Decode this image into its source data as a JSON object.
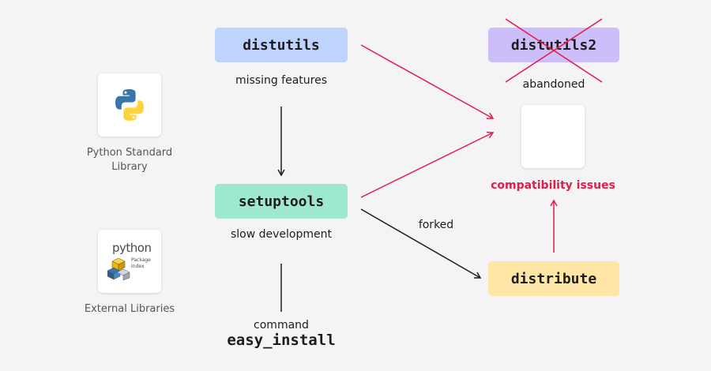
{
  "nodes": {
    "distutils": "distutils",
    "setuptools": "setuptools",
    "distutils2": "distutils2",
    "distribute": "distribute"
  },
  "labels": {
    "missing_features": "missing features",
    "slow_development": "slow development",
    "command": "command",
    "easy_install": "easy_install",
    "forked": "forked",
    "abandoned": "abandoned",
    "compatibility_issues": "compatibility issues"
  },
  "sidebar": {
    "python_standard_library": "Python Standard Library",
    "external_libraries": "External Libraries",
    "pypi_logo_word": "python",
    "pypi_logo_sub1": "Package",
    "pypi_logo_sub2": "Index"
  },
  "colors": {
    "background": "#f4f4f6",
    "distutils": "#bfd3ff",
    "setuptools": "#9ee8cf",
    "distutils2": "#cdbdfa",
    "distribute": "#ffe5a6",
    "problem_red": "#e11d48",
    "python_blue": "#3776ab",
    "python_yellow": "#ffd43b"
  },
  "icons": [
    "python-logo-icon",
    "pypi-logo-icon",
    "cross-out-icon"
  ]
}
